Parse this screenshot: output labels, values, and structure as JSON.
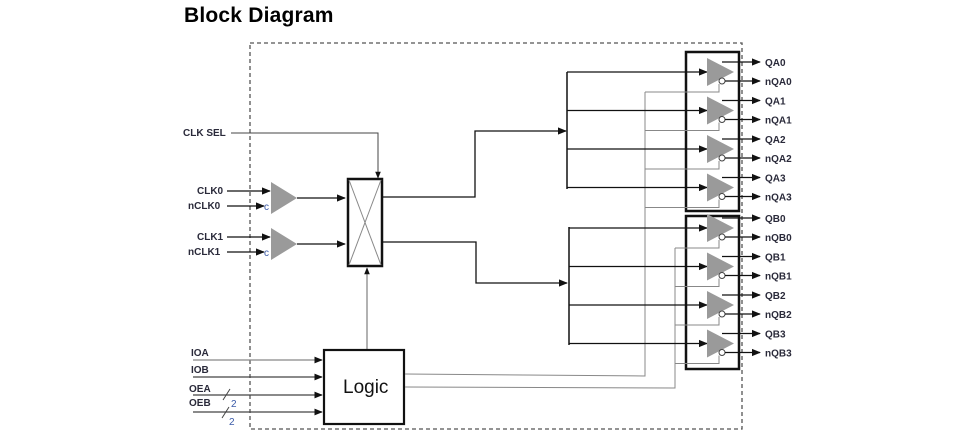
{
  "title": "Block Diagram",
  "colors": {
    "wire": "#111111",
    "control_wire": "#808080",
    "buffer_fill": "#9a9a9a",
    "boundary": "#555555",
    "bus_label": "#3a5aa8"
  },
  "inputs": {
    "clk_sel": "CLK SEL",
    "clk0": "CLK0",
    "nclk0": "nCLK0",
    "clk1": "CLK1",
    "nclk1": "nCLK1",
    "ioa": "IOA",
    "iob": "IOB",
    "oea": "OEA",
    "oeb": "OEB"
  },
  "bus_widths": {
    "oea": "2",
    "oeb": "2"
  },
  "blocks": {
    "logic": "Logic",
    "mux": "mux-icon"
  },
  "outputs_a": [
    "QA0",
    "nQA0",
    "QA1",
    "nQA1",
    "QA2",
    "nQA2",
    "QA3",
    "nQA3"
  ],
  "outputs_b": [
    "QB0",
    "nQB0",
    "QB1",
    "nQB1",
    "QB2",
    "nQB2",
    "QB3",
    "nQB3"
  ]
}
